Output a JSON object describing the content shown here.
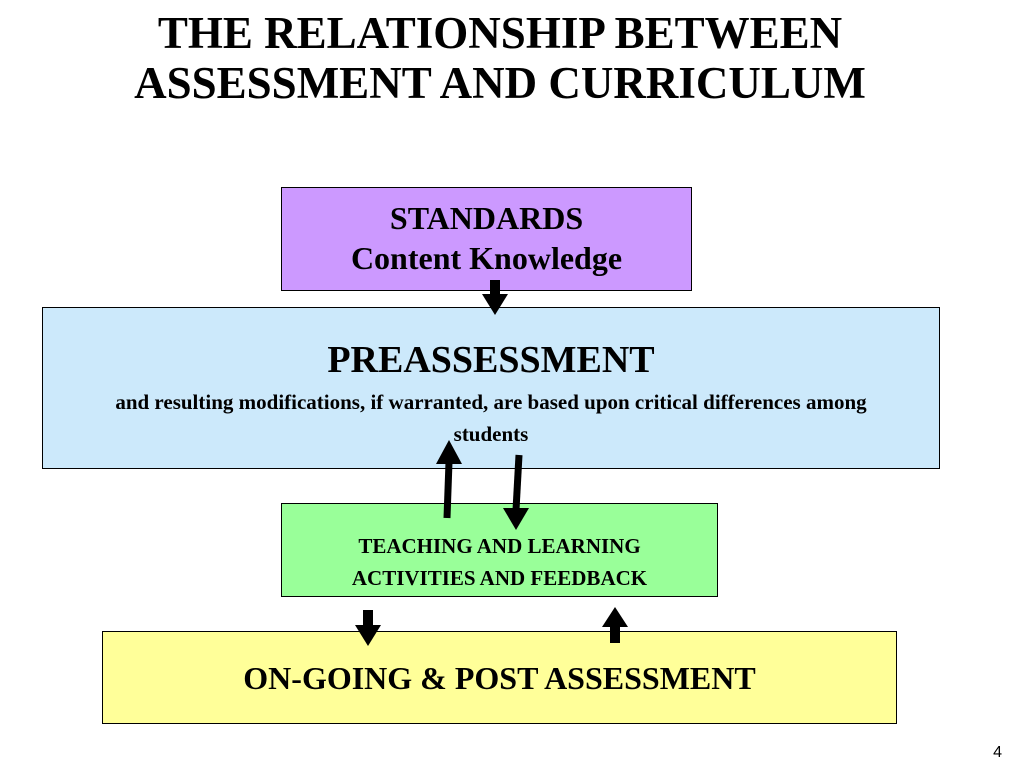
{
  "title": {
    "line1": "THE RELATIONSHIP BETWEEN",
    "line2": "ASSESSMENT AND CURRICULUM"
  },
  "standards": {
    "line1": "STANDARDS",
    "line2": "Content Knowledge"
  },
  "preassessment": {
    "heading": "PREASSESSMENT",
    "subtext": "and resulting modifications, if warranted, are based upon critical differences among students"
  },
  "teaching": {
    "line1": "TEACHING AND LEARNING",
    "line2": "ACTIVITIES AND FEEDBACK"
  },
  "ongoing": {
    "label": "ON-GOING & POST ASSESSMENT"
  },
  "page_number": "4"
}
